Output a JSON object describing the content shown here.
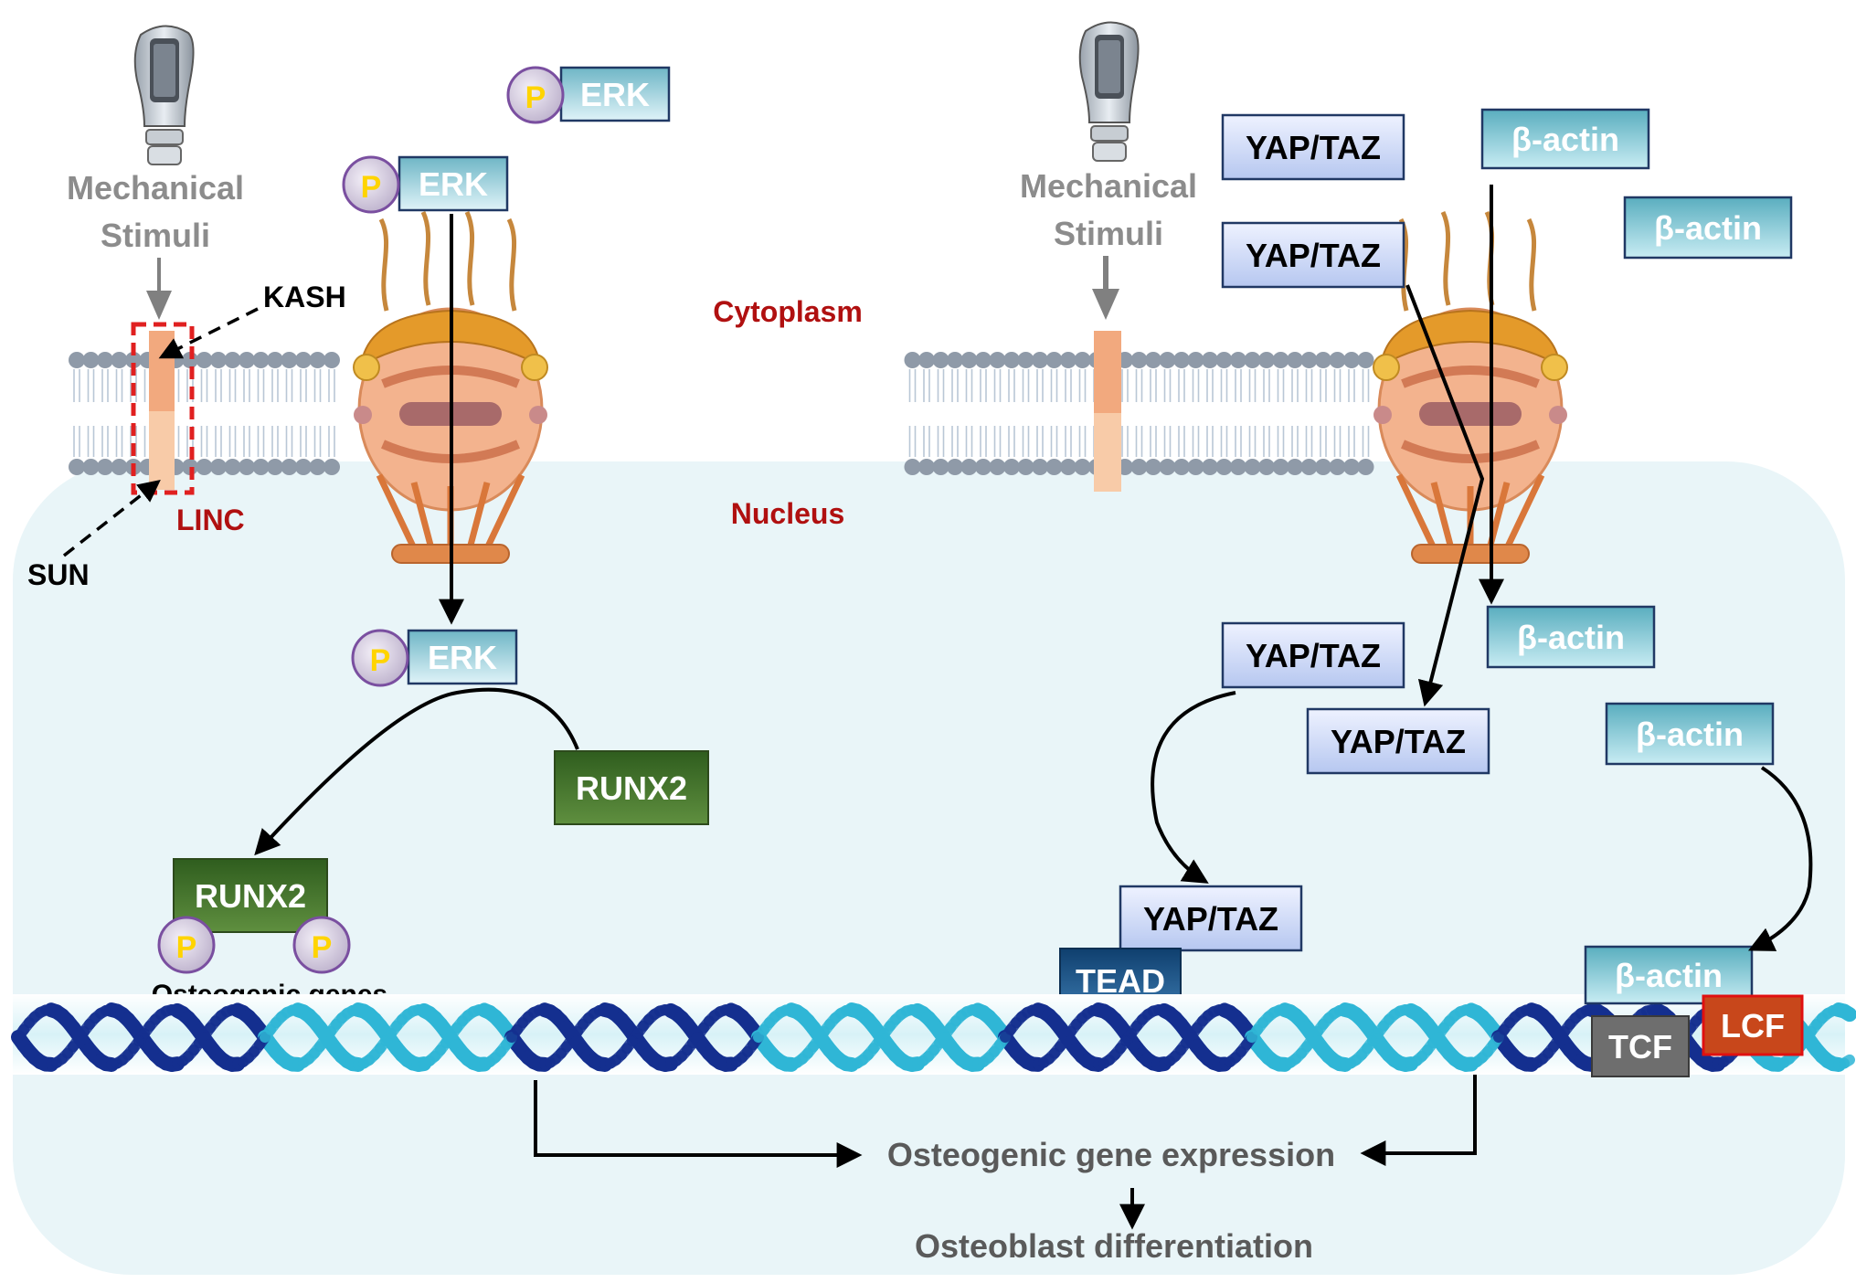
{
  "labels": {
    "mechanical_stimuli_left_1": "Mechanical",
    "mechanical_stimuli_left_2": "Stimuli",
    "mechanical_stimuli_right_1": "Mechanical",
    "mechanical_stimuli_right_2": "Stimuli",
    "kash": "KASH",
    "sun": "SUN",
    "linc": "LINC",
    "cytoplasm": "Cytoplasm",
    "nucleus": "Nucleus",
    "osteogenic_genes": "Osteogenic genes",
    "osteogenic_gene_expression": "Osteogenic gene expression",
    "osteoblast_differentiation": "Osteoblast differentiation"
  },
  "boxes": {
    "erk_top": "ERK",
    "erk_mid": "ERK",
    "erk_nuc": "ERK",
    "runx2_a": "RUNX2",
    "runx2_b": "RUNX2",
    "yap_1": "YAP/TAZ",
    "yap_2": "YAP/TAZ",
    "yap_3": "YAP/TAZ",
    "yap_4": "YAP/TAZ",
    "yap_5": "YAP/TAZ",
    "tead": "TEAD",
    "bactin_1": "β-actin",
    "bactin_2": "β-actin",
    "bactin_3": "β-actin",
    "bactin_4": "β-actin",
    "bactin_5": "β-actin",
    "tcf": "TCF",
    "lcf": "LCF"
  },
  "phospho": {
    "p_label": "P"
  },
  "colors": {
    "erk_fill": "#a8dce8",
    "yap_fill": "#c9d6f5",
    "bactin_fill": "#7fc1cf",
    "runx2_fill": "#4a7a32",
    "tead_fill": "#1f5b8f",
    "tcf_fill": "#6e6e6e",
    "lcf_fill": "#c8471b",
    "nucleus_fill": "#e9f5f8",
    "label_red": "#b01010",
    "grey_text": "#8c8c8c",
    "p_text": "#ffd400"
  }
}
